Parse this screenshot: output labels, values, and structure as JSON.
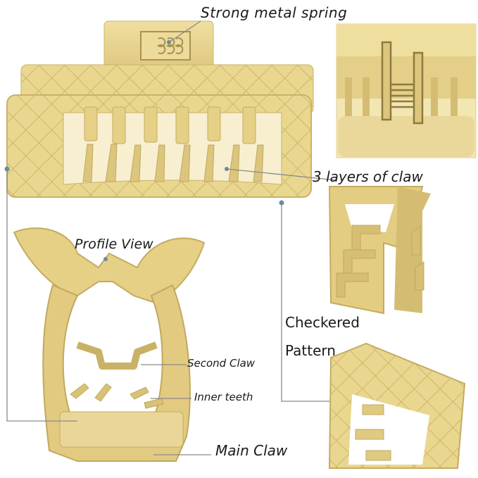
{
  "labels": {
    "spring": "Strong metal spring",
    "layers": "3 layers of claw",
    "profile": "Profile View",
    "checkered": "Checkered",
    "pattern": "Pattern",
    "second_claw": "Second Claw",
    "inner_teeth": "Inner teeth",
    "main_claw": "Main Claw"
  },
  "colors": {
    "clip": "#e9d58e",
    "clip_light": "#f3e4a6",
    "clip_shadow": "#c9b266",
    "spring": "#d9c489",
    "leader": "#8a8a8a"
  }
}
